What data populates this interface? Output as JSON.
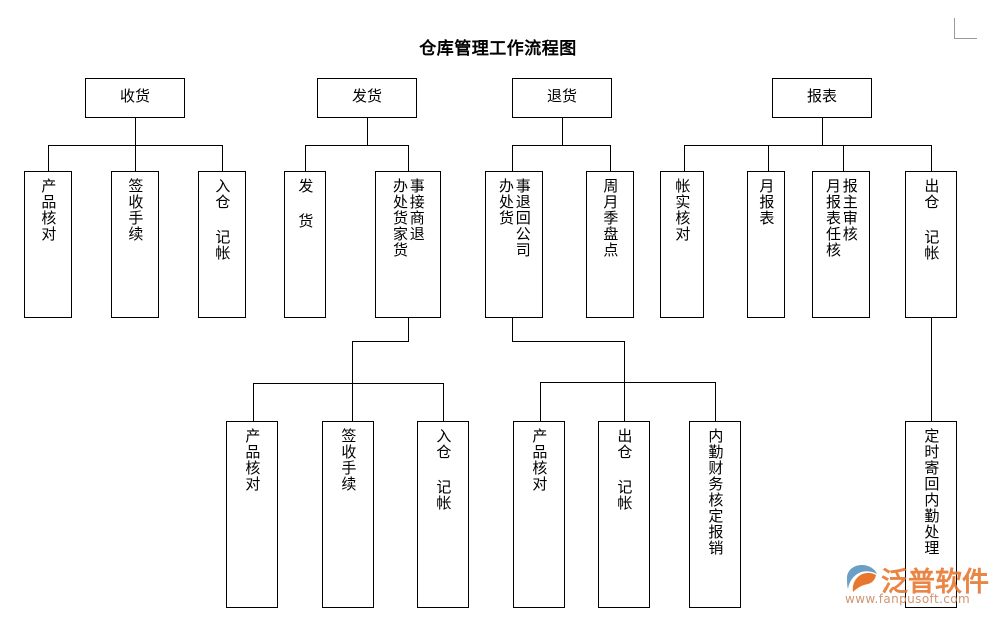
{
  "page": {
    "title": "仓库管理工作流程图",
    "background_color": "#ffffff",
    "line_color": "#000000",
    "accent_color": "#e8762c"
  },
  "flowchart": {
    "type": "org-tree",
    "branches": [
      {
        "id": "receiving",
        "header": "收货",
        "children": [
          {
            "id": "rc-1",
            "label": "产品核对"
          },
          {
            "id": "rc-2",
            "label": "签收手续"
          },
          {
            "id": "rc-3",
            "label": "入仓 记帐"
          }
        ]
      },
      {
        "id": "shipping",
        "header": "发货",
        "children": [
          {
            "id": "sh-1",
            "label": "发 货"
          },
          {
            "id": "sh-2",
            "label_right": "事接商退",
            "label_left": "办处货家货",
            "label": "接商家退货事处办"
          }
        ],
        "sub_children": [
          {
            "id": "sh-2-1",
            "label": "产品核对"
          },
          {
            "id": "sh-2-2",
            "label": "签收手续"
          },
          {
            "id": "sh-2-3",
            "label": "入仓 记帐"
          }
        ]
      },
      {
        "id": "returns",
        "header": "退货",
        "children": [
          {
            "id": "rt-1",
            "label_right": "事退回公司",
            "label_left": "办处货",
            "label": "退货回公司事处办"
          },
          {
            "id": "rt-2",
            "label": "周月季盘点"
          }
        ],
        "sub_children": [
          {
            "id": "rt-1-1",
            "label": "产品核对"
          },
          {
            "id": "rt-1-2",
            "label": "出仓 记帐"
          },
          {
            "id": "rt-1-3",
            "label": "内勤财务核定报销"
          }
        ]
      },
      {
        "id": "reports",
        "header": "报表",
        "children": [
          {
            "id": "rp-1",
            "label": "帐实核对"
          },
          {
            "id": "rp-2",
            "label": "月报表"
          },
          {
            "id": "rp-3",
            "label_right": "报主审核",
            "label_left": "月报表任核",
            "label": "月报表主任审核"
          },
          {
            "id": "rp-4",
            "label": "出仓 记帐"
          }
        ],
        "sub_children": [
          {
            "id": "rp-4-1",
            "label": "定时寄回内勤处理"
          }
        ]
      }
    ]
  },
  "watermark": {
    "brand": "泛普软件",
    "url": "www.fanpusoft.com"
  }
}
